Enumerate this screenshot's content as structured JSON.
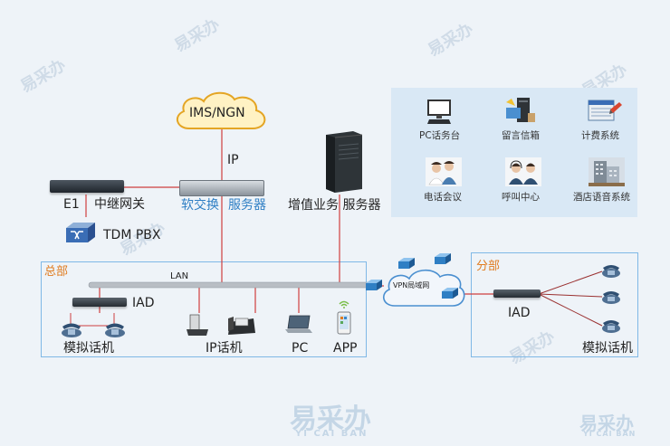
{
  "cloud_ims": "IMS/NGN",
  "ip_label": "IP",
  "e1_label": "E1",
  "trunk_gateway": "中继网关",
  "softswitch_a": "软交换",
  "softswitch_b": "服务器",
  "tdm_pbx": "TDM PBX",
  "vas_server": "增值业务 服务器",
  "lan_label": "LAN",
  "hq_label": "总部",
  "branch_label": "分部",
  "vpn_label": "VPN局域网",
  "iad_hq": "IAD",
  "iad_branch": "IAD",
  "analog_phone_hq": "模拟话机",
  "analog_phone_branch": "模拟话机",
  "ip_phone": "IP话机",
  "pc": "PC",
  "app": "APP",
  "services": [
    {
      "label": "PC话务台",
      "icon": "pc-console-icon"
    },
    {
      "label": "留言信箱",
      "icon": "voicemail-icon"
    },
    {
      "label": "计费系统",
      "icon": "billing-icon"
    },
    {
      "label": "电话会议",
      "icon": "conference-icon"
    },
    {
      "label": "呼叫中心",
      "icon": "call-center-icon"
    },
    {
      "label": "酒店语音系统",
      "icon": "hotel-voice-icon"
    }
  ],
  "watermark_text": "易采办",
  "watermark_sub": "YI CAI BAN",
  "colors": {
    "link_red": "#cf3f3f",
    "box_blue": "#7fb8e6",
    "label_blue": "#2f7fc4",
    "label_orange": "#e07b1f",
    "panel": "#d9e8f5"
  }
}
